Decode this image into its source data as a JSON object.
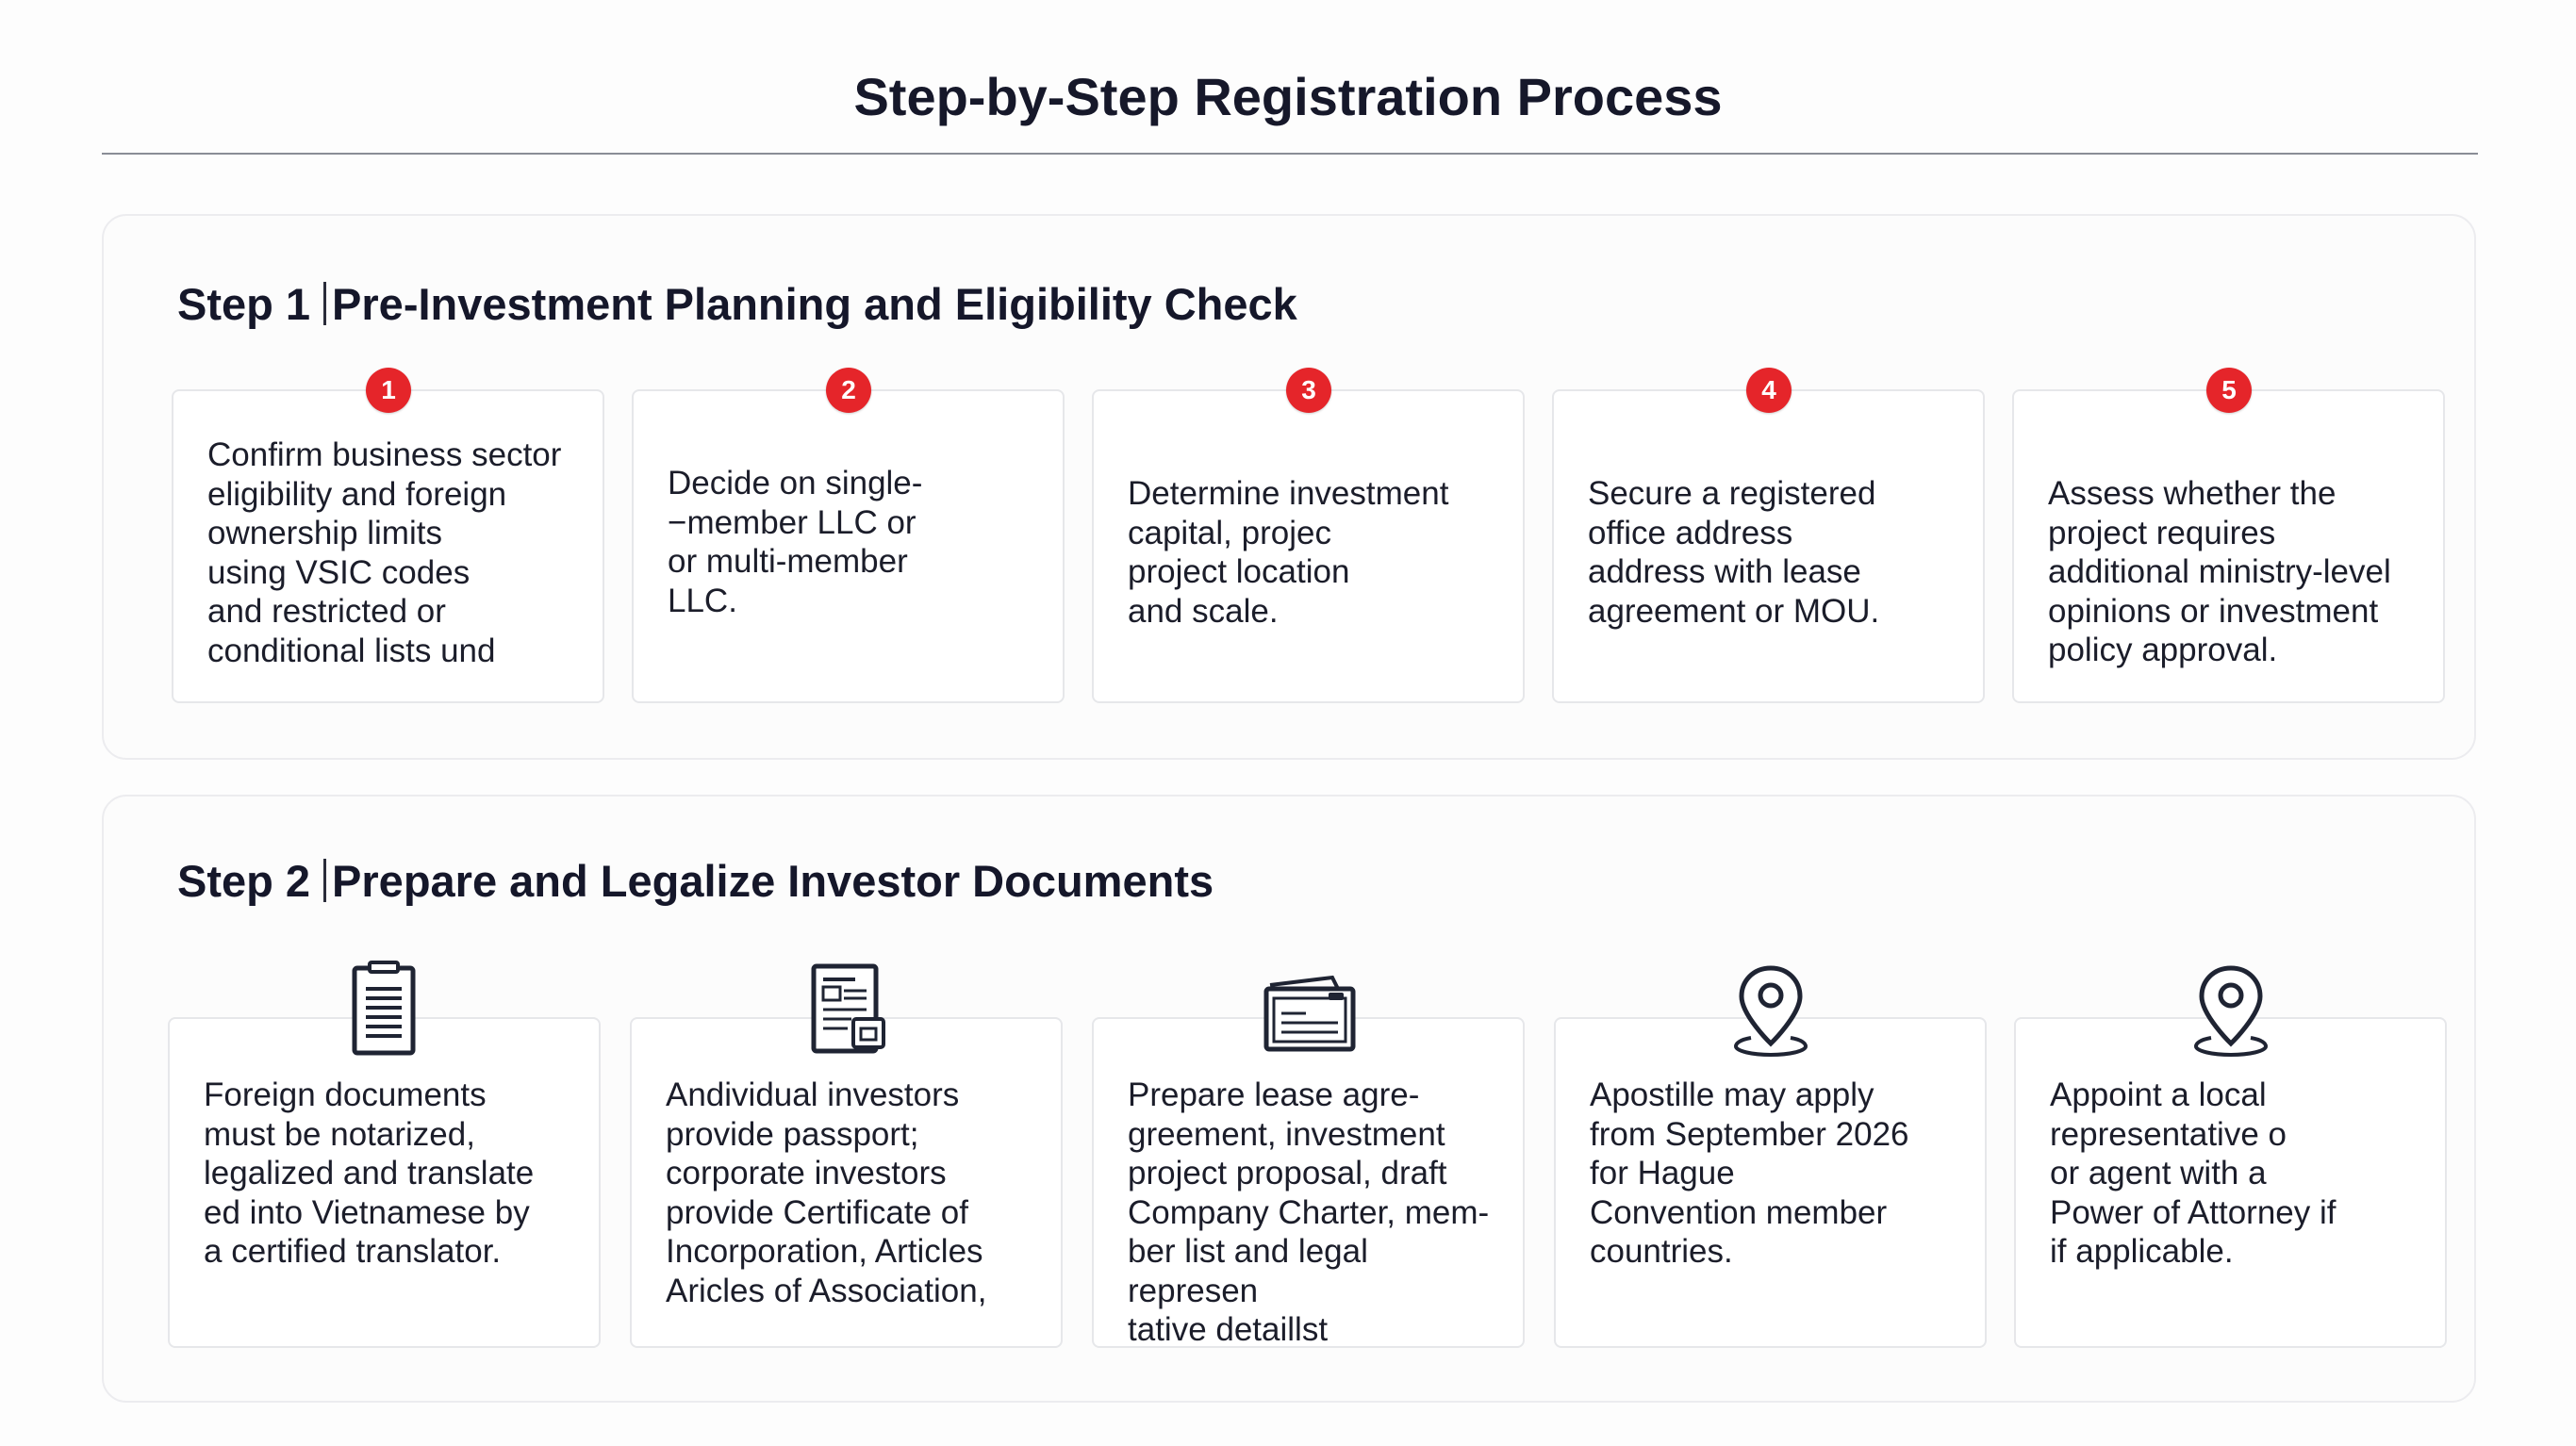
{
  "title": "Step-by-Step Registration Process",
  "colors": {
    "badge": "#e5252a",
    "heading": "#16182a",
    "card_border": "#e6e7ea",
    "section_border": "#ececef"
  },
  "step1": {
    "label": "Step 1",
    "heading": "Pre-Investment Planning and Eligibility Check",
    "items": [
      {
        "number": "1",
        "text": "Confirm business sector\neligibility and foreign\nownership limits\nusing VSIC codes\nand restricted or\nconditional lists und"
      },
      {
        "number": "2",
        "text": "Decide on single-\n−member LLC or\nor multi-member\nLLC."
      },
      {
        "number": "3",
        "text": "Determine investment\ncapital, projec\nproject location\nand scale."
      },
      {
        "number": "4",
        "text": "Secure a registered\noffice address\naddress with lease\nagreement or MOU."
      },
      {
        "number": "5",
        "text": "Assess whether the\nproject requires\nadditional ministry-level\nopinions or investment\npolicy approval."
      }
    ]
  },
  "step2": {
    "label": "Step 2",
    "heading": "Prepare and Legalize Investor Documents",
    "items": [
      {
        "icon": "notepad-icon",
        "text": "Foreign documents\nmust be notarized,\nlegalized and translate\ned into Vietnamese by\na certified translator."
      },
      {
        "icon": "id-document-icon",
        "text": "Andividual investors\nprovide passport;\ncorporate investors\nprovide Certificate of\nIncorporation, Articles\nAricles of Association,"
      },
      {
        "icon": "folder-document-icon",
        "text": "Prepare lease agre-\ngreement, investment\nproject proposal, draft\nCompany Charter, mem-\nber list and legal represen\ntative detaillst"
      },
      {
        "icon": "location-pin-icon",
        "text": "Apostille may apply\nfrom September 2026\nfor Hague\nConvention member\ncountries."
      },
      {
        "icon": "location-pin-icon",
        "text": "Appoint a local\nrepresentative o\nor agent with a\nPower of Attorney if\nif applicable."
      }
    ]
  }
}
